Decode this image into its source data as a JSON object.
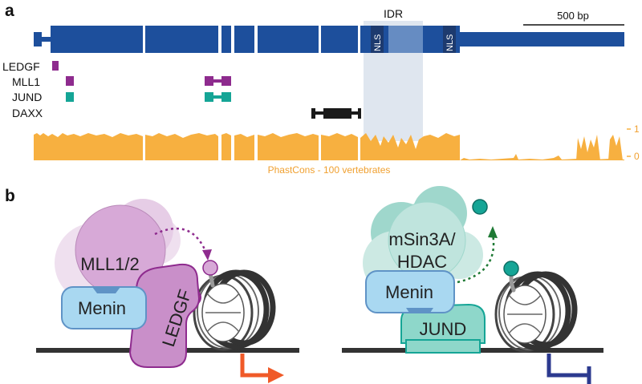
{
  "panel_a": {
    "label": "a",
    "idr_label": "IDR",
    "nls_label": "NLS",
    "scale_label": "500 bp",
    "tracks": [
      "LEDGF",
      "MLL1",
      "JUND",
      "DAXX"
    ],
    "phastcons_label": "PhastCons - 100 vertebrates",
    "phastcons_ticks": [
      "1",
      "0"
    ],
    "colors": {
      "gene": "#1d4f9c",
      "idr": "#b9c9e3",
      "ledgf": "#8e2b8e",
      "mll1": "#8e2b8e",
      "jund": "#15a596",
      "daxx": "#1a1a1a",
      "phastcons": "#f7b040"
    }
  },
  "panel_b": {
    "label": "b",
    "left": {
      "mll": "MLL1/2",
      "menin": "Menin",
      "ledgf": "LEDGF"
    },
    "right": {
      "msin3a_line1": "mSin3A/",
      "msin3a_line2": "HDAC",
      "menin": "Menin",
      "jund": "JUND"
    }
  }
}
